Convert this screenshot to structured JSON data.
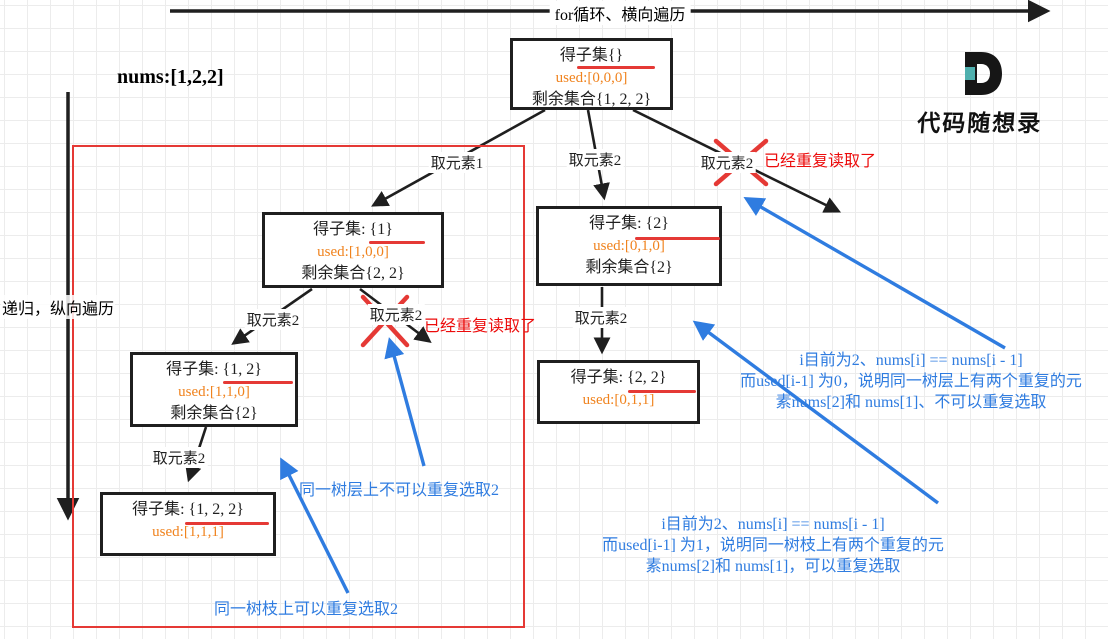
{
  "header": {
    "top_arrow_label": "for循环、横向遍历",
    "left_arrow_label": "递归，纵向遍历",
    "nums_label": "nums:[1,2,2]"
  },
  "brand": {
    "name": "代码随想录"
  },
  "colors": {
    "accent_red": "#e53935",
    "text_red": "#ec0b0b",
    "used_orange": "#f0831e",
    "note_blue": "#2f7ce0",
    "logo_teal": "#4fb0ae",
    "line_black": "#1f1f1f"
  },
  "nodes": [
    {
      "title": "得子集{}",
      "used": "used:[0,0,0]",
      "remaining": "剩余集合{1, 2, 2}"
    },
    {
      "title": "得子集:  {1}",
      "used": "used:[1,0,0]",
      "remaining": "剩余集合{2, 2}"
    },
    {
      "title": "得子集:  {2}",
      "used": "used:[0,1,0]",
      "remaining": "剩余集合{2}"
    },
    {
      "title": "得子集:  {1, 2}",
      "used": "used:[1,1,0]",
      "remaining": "剩余集合{2}"
    },
    {
      "title": "得子集:  {2, 2}",
      "used": "used:[0,1,1]",
      "remaining": ""
    },
    {
      "title": "得子集:  {1, 2, 2}",
      "used": "used:[1,1,1]",
      "remaining": ""
    }
  ],
  "edge_labels": {
    "take1": "取元素1",
    "take2": "取元素2"
  },
  "annotations": {
    "duplicate_read": "已经重复读取了",
    "layer_note": "同一树层上不可以重复选取2",
    "branch_note": "同一树枝上可以重复选取2",
    "layer_explain": {
      "line1": "i目前为2、nums[i] == nums[i - 1]",
      "line2": "而used[i-1] 为0，说明同一树层上有两个重复的元",
      "line3": "素nums[2]和 nums[1]、不可以重复选取"
    },
    "branch_explain": {
      "line1": "i目前为2、nums[i] == nums[i - 1]",
      "line2": "而used[i-1] 为1，说明同一树枝上有两个重复的元",
      "line3": "素nums[2]和 nums[1]，可以重复选取"
    }
  }
}
